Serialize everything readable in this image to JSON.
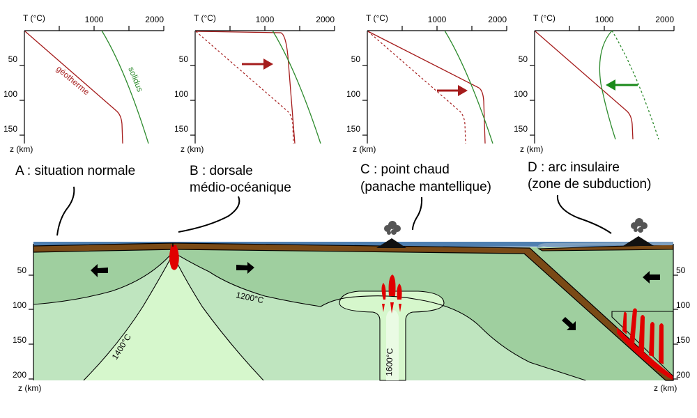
{
  "panels": [
    {
      "id": "A",
      "caption_line1": "A : situation normale",
      "caption_line2": ""
    },
    {
      "id": "B",
      "caption_line1": "B : dorsale",
      "caption_line2": "médio-océanique"
    },
    {
      "id": "C",
      "caption_line1": "C : point chaud",
      "caption_line2": "(panache mantellique)"
    },
    {
      "id": "D",
      "caption_line1": "D : arc insulaire",
      "caption_line2": "(zone de subduction)"
    }
  ],
  "graph_axes": {
    "t_label": "T (°C)",
    "z_label": "z (km)",
    "t_ticks": [
      "1000",
      "2000"
    ],
    "z_ticks": [
      "50",
      "100",
      "150"
    ]
  },
  "curve_labels": {
    "geotherm": "géotherme",
    "solidus": "solidus"
  },
  "section": {
    "depth_ticks": [
      "50",
      "100",
      "150",
      "200"
    ],
    "z_label": "z (km)",
    "isotherms": [
      "1200°C",
      "1400°C",
      "1600°C"
    ]
  },
  "colors": {
    "geotherm": "#a51c1c",
    "solidus": "#2e8b2e",
    "ocean": "#4f7fb0",
    "crust": "#7a4a16",
    "mantle_dark": "#9fcf9f",
    "mantle_mid": "#bfe5bf",
    "mantle_light": "#d6f7cc",
    "magma": "#e00000",
    "volcano": "#111111",
    "smoke": "#555555"
  }
}
